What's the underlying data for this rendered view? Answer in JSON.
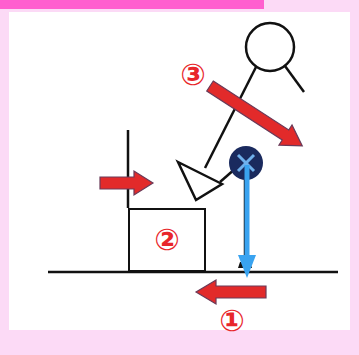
{
  "diagram": {
    "nodes": [
      {
        "text": [
          "②"
        ]
      }
    ],
    "labels": [
      "③",
      "①"
    ]
  }
}
